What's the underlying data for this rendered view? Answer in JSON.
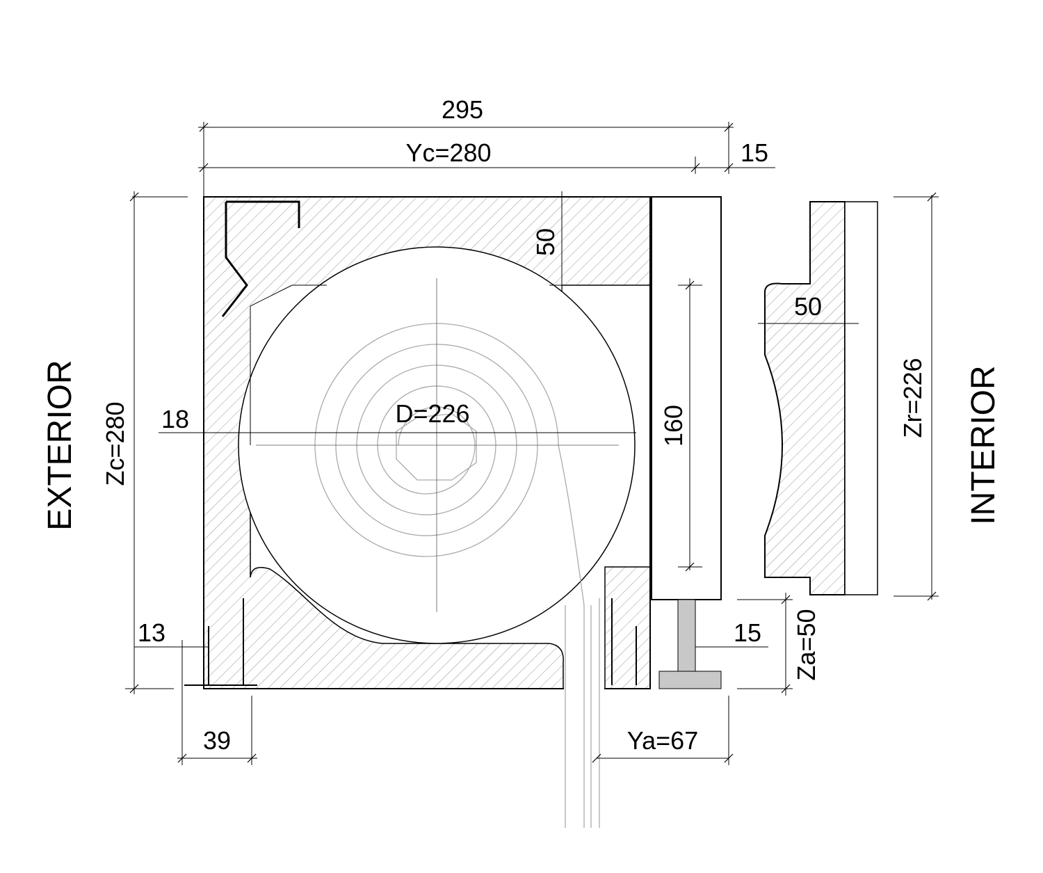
{
  "drawing": {
    "side_labels": {
      "exterior": "EXTERIOR",
      "interior": "INTERIOR"
    },
    "dimensions": {
      "overall_width": "295",
      "box_width": "Yc=280",
      "panel_thickness": "15",
      "top_wall": "50",
      "interior_panel": "50",
      "box_height": "Zc=280",
      "wall_offset": "18",
      "roll_diameter": "D=226",
      "opening_height": "160",
      "interior_height": "Zr=226",
      "guide_offset": "13",
      "bottom_panel": "15",
      "access_height": "Za=50",
      "guide_width": "39",
      "access_width": "Ya=67"
    },
    "colors": {
      "line": "#000000",
      "slats": "#aaaaaa",
      "fill_gray": "#c8c8c8"
    }
  }
}
